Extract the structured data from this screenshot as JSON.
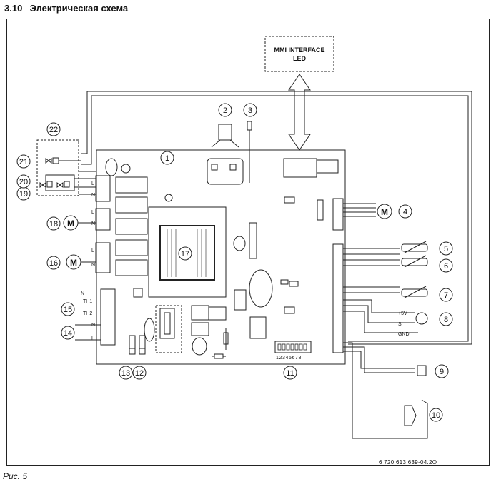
{
  "header": {
    "section_number": "3.10",
    "title": "Электрическая схема"
  },
  "interface_box": {
    "line1": "MMI INTERFACE",
    "line2": "LED"
  },
  "callouts": [
    "1",
    "2",
    "3",
    "4",
    "5",
    "6",
    "7",
    "8",
    "9",
    "10",
    "11",
    "12",
    "13",
    "14",
    "15",
    "16",
    "17",
    "18",
    "19",
    "20",
    "21",
    "22"
  ],
  "terminal_labels": {
    "L": "L",
    "N": "N",
    "TH1": "TH1",
    "TH2": "TH2",
    "plus5v": "+5V",
    "S": "S",
    "GND": "GND",
    "M": "M",
    "dip": "12345678"
  },
  "document_id": "6 720 613 639-04.2O",
  "caption": "Рис. 5"
}
